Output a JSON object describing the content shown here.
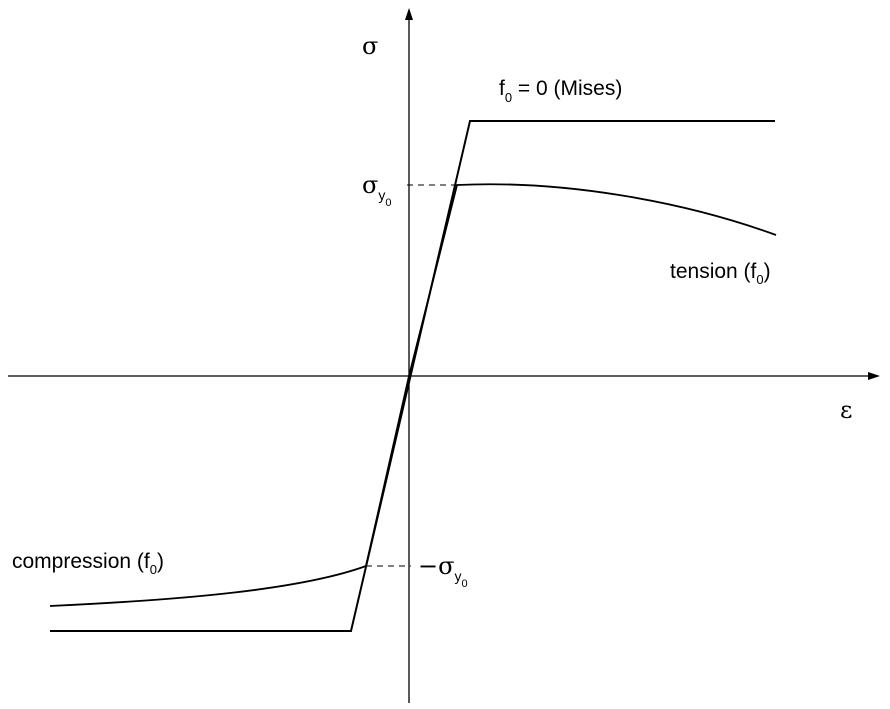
{
  "axes": {
    "y_symbol": "σ",
    "x_symbol": "ε"
  },
  "labels": {
    "mises": {
      "base": "f",
      "sub": "0",
      "rest": " = 0 (Mises)"
    },
    "tension": {
      "text": "tension (f",
      "sub": "0",
      "close": ")"
    },
    "compression": {
      "text": "compression (f",
      "sub": "0",
      "close": ")"
    },
    "sigma_y0": {
      "base": "σ",
      "sub": "y",
      "subsub": "0"
    },
    "neg_sigma_y0": {
      "prefix": "−",
      "base": "σ",
      "sub": "y",
      "subsub": "0"
    }
  },
  "colors": {
    "line": "#000000",
    "background": "#ffffff"
  }
}
